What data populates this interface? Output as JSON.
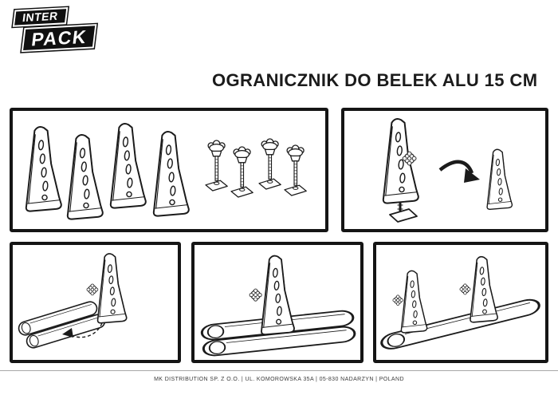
{
  "logo": {
    "line1": "INTER",
    "line2": "PACK"
  },
  "header": {
    "title": "OGRANICZNIK DO BELEK ALU 15 CM"
  },
  "footer": {
    "text": "MK DISTRIBUTION SP. Z O.O. | UL. KOMOROWSKA 35A | 05-830 NADARZYN | POLAND"
  },
  "colors": {
    "ink": "#1b1b1b",
    "background": "#ffffff",
    "panel_border": "#151515",
    "footer_text": "#3c3c3c"
  }
}
